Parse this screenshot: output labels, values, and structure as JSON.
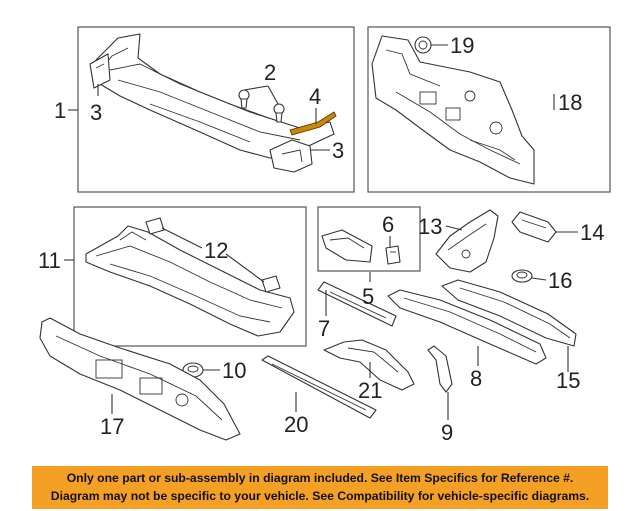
{
  "callouts": {
    "c1": "1",
    "c2": "2",
    "c3a": "3",
    "c3b": "3",
    "c4": "4",
    "c5": "5",
    "c6": "6",
    "c7": "7",
    "c8": "8",
    "c9": "9",
    "c10": "10",
    "c11": "11",
    "c12": "12",
    "c13": "13",
    "c14": "14",
    "c15": "15",
    "c16": "16",
    "c17": "17",
    "c18": "18",
    "c19": "19",
    "c20": "20",
    "c21": "21"
  },
  "notice": {
    "line1": "Only one part or sub-assembly in diagram included. See Item Specifics for Reference #.",
    "line2": "Diagram may not be specific to your vehicle. See Compatibility for vehicle-specific diagrams."
  },
  "colors": {
    "banner_background": "#f4a024",
    "highlight_part": "#c8860a",
    "line": "#333333"
  }
}
